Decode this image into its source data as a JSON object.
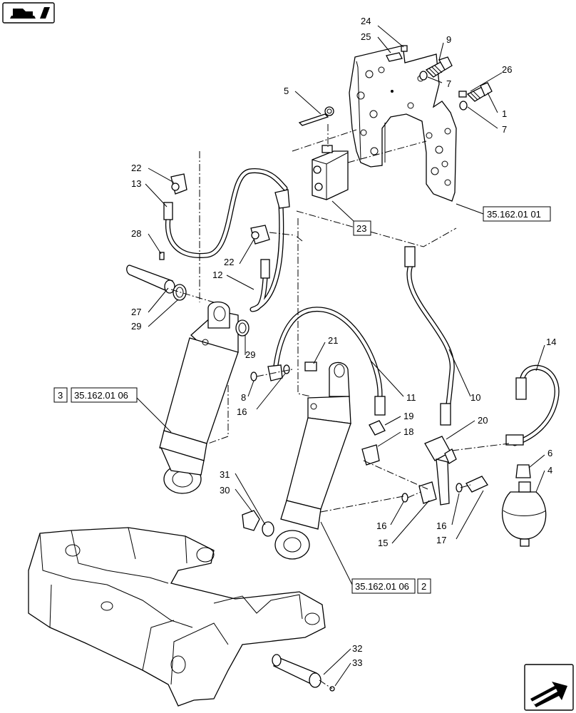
{
  "callouts": [
    {
      "id": "c24",
      "label": "24"
    },
    {
      "id": "c25",
      "label": "25"
    },
    {
      "id": "c9",
      "label": "9"
    },
    {
      "id": "c26",
      "label": "26"
    },
    {
      "id": "c7a",
      "label": "7"
    },
    {
      "id": "c1",
      "label": "1"
    },
    {
      "id": "c7b",
      "label": "7"
    },
    {
      "id": "c5",
      "label": "5"
    },
    {
      "id": "c22a",
      "label": "22"
    },
    {
      "id": "c13",
      "label": "13"
    },
    {
      "id": "c22b",
      "label": "22"
    },
    {
      "id": "c12",
      "label": "12"
    },
    {
      "id": "c28",
      "label": "28"
    },
    {
      "id": "c27",
      "label": "27"
    },
    {
      "id": "c29a",
      "label": "29"
    },
    {
      "id": "c29b",
      "label": "29"
    },
    {
      "id": "c21",
      "label": "21"
    },
    {
      "id": "c8",
      "label": "8"
    },
    {
      "id": "c16a",
      "label": "16"
    },
    {
      "id": "c11",
      "label": "11"
    },
    {
      "id": "c10",
      "label": "10"
    },
    {
      "id": "c14",
      "label": "14"
    },
    {
      "id": "c19",
      "label": "19"
    },
    {
      "id": "c20",
      "label": "20"
    },
    {
      "id": "c18",
      "label": "18"
    },
    {
      "id": "c6",
      "label": "6"
    },
    {
      "id": "c4",
      "label": "4"
    },
    {
      "id": "c31",
      "label": "31"
    },
    {
      "id": "c30",
      "label": "30"
    },
    {
      "id": "c16b",
      "label": "16"
    },
    {
      "id": "c16c",
      "label": "16"
    },
    {
      "id": "c15",
      "label": "15"
    },
    {
      "id": "c17",
      "label": "17"
    },
    {
      "id": "c32",
      "label": "32"
    },
    {
      "id": "c33",
      "label": "33"
    }
  ],
  "references": {
    "ref_top_right": "35.162.01 01",
    "ref_box_23": "23",
    "ref_left_num": "3",
    "ref_left": "35.162.01 06",
    "ref_bottom": "35.162.01 06",
    "ref_bottom_num": "2"
  },
  "icons": [
    "book-navigation-icon",
    "next-page-arrow-icon"
  ]
}
